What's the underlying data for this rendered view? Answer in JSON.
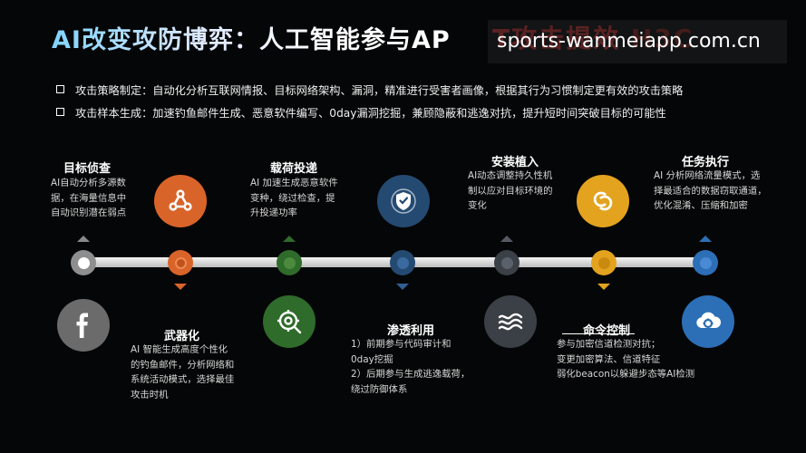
{
  "title": "AI改变攻防博弈：人工智能参与AP",
  "watermark": {
    "ghost": "T攻击提效",
    "ghost_logo": "H3C",
    "site": "sports-wanmeiapp.com.cn"
  },
  "bullets": [
    "攻击策略制定：自动化分析互联网情报、目标网络架构、漏洞，精准进行受害者画像，根据其行为习惯制定更有效的攻击策略",
    "攻击样本生成：加速钓鱼邮件生成、恶意软件编写、0day漏洞挖掘，兼顾隐蔽和逃逸对抗，提升短时间突破目标的可能性"
  ],
  "stages": {
    "recon": {
      "title": "目标侦查",
      "lines": [
        "AI自动分析多源数",
        "据，在海量信息中",
        "自动识别潜在弱点"
      ]
    },
    "weapon": {
      "title": "武器化",
      "lines": [
        "AI 智能生成高度个性化",
        "的钓鱼邮件，分析网络和",
        "系统活动模式，选择最佳",
        "攻击时机"
      ]
    },
    "delivery": {
      "title": "载荷投递",
      "lines": [
        "AI 加速生成恶意软件",
        "变种，绕过检查，提",
        "升投递功率"
      ]
    },
    "exploit": {
      "title": "渗透利用",
      "lines": [
        "1）前期参与代码审计和",
        "0day挖掘",
        "2）后期参与生成逃逸载荷，",
        "绕过防御体系"
      ]
    },
    "install": {
      "title": "安装植入",
      "lines": [
        "AI动态调整持久性机",
        "制以应对目标环境的",
        "变化"
      ]
    },
    "c2": {
      "title": "命令控制",
      "lines": [
        "参与加密信道检测对抗；",
        "变更加密算法、信道特征",
        "弱化beacon以躲避步态等AI检测"
      ]
    },
    "action": {
      "title": "任务执行",
      "lines": [
        "AI 分析网络流量模式，选",
        "择最适合的数据窃取通道，",
        "优化混淆、压缩和加密"
      ]
    }
  },
  "colors": {
    "recon": "#cfcfcf",
    "weapon": "#d9642a",
    "delivery": "#2f6b2a",
    "exploit": "#244a72",
    "install": "#3b3f46",
    "c2": "#e3a31f",
    "action": "#2c6fb6",
    "facebook_bg": "#6b6b6b",
    "bar": "#d9d9d9"
  },
  "icons": {
    "recon": "facebook-icon",
    "weapon": "webhook-icon",
    "delivery": "target-scan-icon",
    "exploit": "shield-icon",
    "install": "wind-waves-icon",
    "c2": "link-rings-icon",
    "action": "cloud-gear-icon"
  }
}
